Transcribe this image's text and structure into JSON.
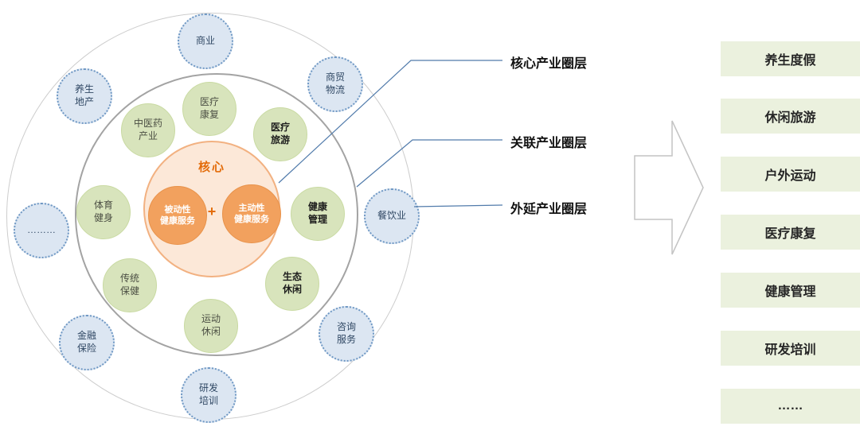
{
  "colors": {
    "core_fill": "#fce8d8",
    "core_border": "#f2b181",
    "core_bubble_fill": "#f2a15e",
    "green_bubble_fill": "#d8e4bc",
    "blue_bubble_fill": "#dce6f2",
    "blue_bubble_border": "#6f98c4",
    "accent_orange": "#e36c0a",
    "callout_line": "#517bab",
    "right_list_fill": "#ebf1de"
  },
  "core": {
    "label": "核心",
    "plus": "+",
    "passive": {
      "line1": "被动性",
      "line2": "健康服务"
    },
    "active": {
      "line1": "主动性",
      "line2": "健康服务"
    }
  },
  "middle_ring": [
    {
      "line1": "中医药",
      "line2": "产业"
    },
    {
      "line1": "医疗",
      "line2": "康复"
    },
    {
      "line1": "医疗",
      "line2": "旅游"
    },
    {
      "line1": "健康",
      "line2": "管理"
    },
    {
      "line1": "生态",
      "line2": "休闲"
    },
    {
      "line1": "运动",
      "line2": "休闲"
    },
    {
      "line1": "传统",
      "line2": "保健"
    },
    {
      "line1": "体育",
      "line2": "健身"
    }
  ],
  "outer_ring": [
    {
      "line1": "商业",
      "line2": ""
    },
    {
      "line1": "商贸",
      "line2": "物流"
    },
    {
      "line1": "养生",
      "line2": "地产"
    },
    {
      "line1": "餐饮业",
      "line2": ""
    },
    {
      "line1": "咨询",
      "line2": "服务"
    },
    {
      "line1": "研发",
      "line2": "培训"
    },
    {
      "line1": "金融",
      "line2": "保险"
    },
    {
      "line1": "………",
      "line2": ""
    }
  ],
  "callouts": [
    {
      "label": "核心产业圈层"
    },
    {
      "label": "关联产业圈层"
    },
    {
      "label": "外延产业圈层"
    }
  ],
  "right_list": {
    "items": [
      "养生度假",
      "休闲旅游",
      "户外运动",
      "医疗康复",
      "健康管理",
      "研发培训",
      "……"
    ]
  }
}
